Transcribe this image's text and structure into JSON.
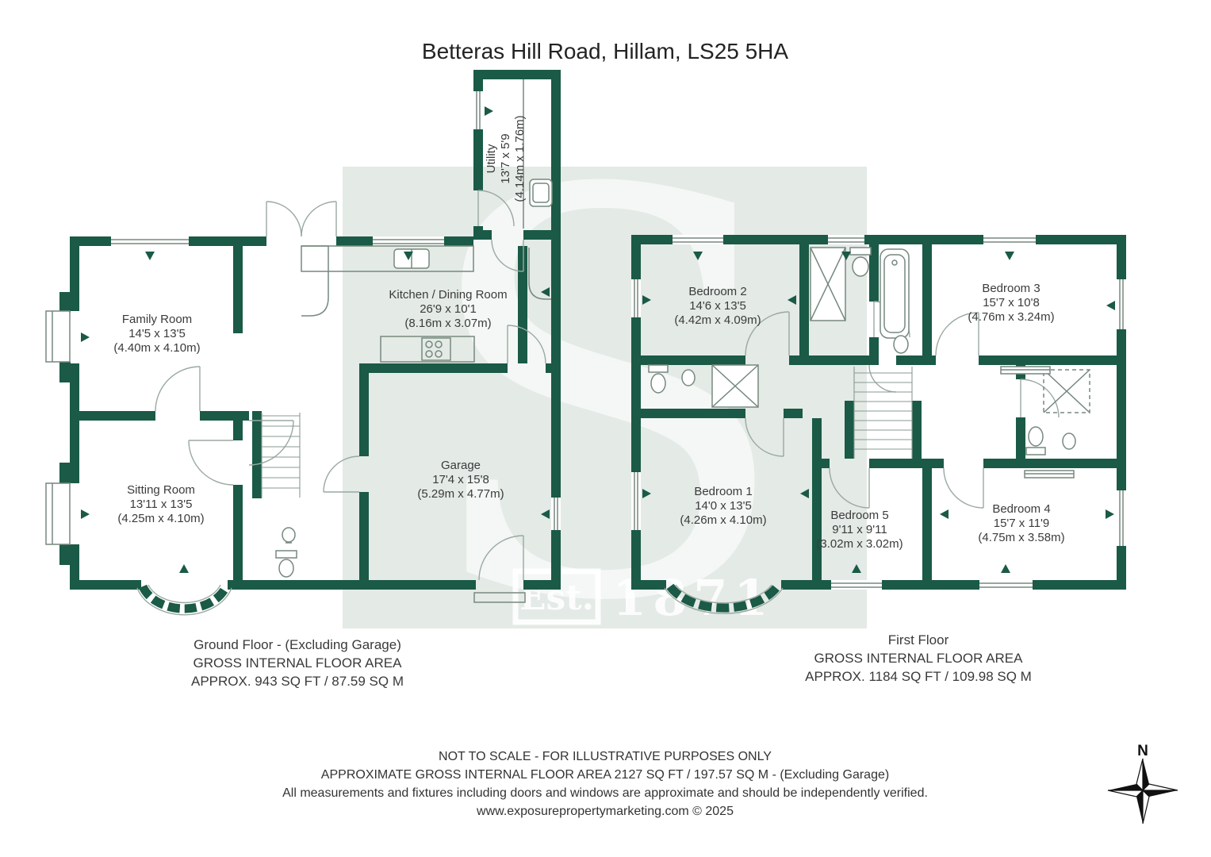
{
  "title": "Betteras Hill Road, Hillam, LS25 5HA",
  "watermark": {
    "letter": "S",
    "est": "Est.",
    "year": "1871"
  },
  "ground_floor": {
    "rooms": {
      "family": {
        "name": "Family Room",
        "imperial": "14'5 x 13'5",
        "metric": "(4.40m x 4.10m)"
      },
      "sitting": {
        "name": "Sitting Room",
        "imperial": "13'11 x 13'5",
        "metric": "(4.25m x 4.10m)"
      },
      "kitchen": {
        "name": "Kitchen / Dining Room",
        "imperial": "26'9 x 10'1",
        "metric": "(8.16m x 3.07m)"
      },
      "utility": {
        "name": "Utility",
        "imperial": "13'7 x 5'9",
        "metric": "(4.14m x 1.76m)"
      },
      "garage": {
        "name": "Garage",
        "imperial": "17'4 x 15'8",
        "metric": "(5.29m x 4.77m)"
      }
    },
    "caption": [
      "Ground Floor - (Excluding Garage)",
      "GROSS INTERNAL FLOOR AREA",
      "APPROX. 943 SQ FT / 87.59 SQ M"
    ]
  },
  "first_floor": {
    "rooms": {
      "bedroom1": {
        "name": "Bedroom 1",
        "imperial": "14'0 x 13'5",
        "metric": "(4.26m x 4.10m)"
      },
      "bedroom2": {
        "name": "Bedroom 2",
        "imperial": "14'6 x 13'5",
        "metric": "(4.42m x 4.09m)"
      },
      "bedroom3": {
        "name": "Bedroom 3",
        "imperial": "15'7 x 10'8",
        "metric": "(4.76m x 3.24m)"
      },
      "bedroom4": {
        "name": "Bedroom 4",
        "imperial": "15'7 x 11'9",
        "metric": "(4.75m x 3.58m)"
      },
      "bedroom5": {
        "name": "Bedroom 5",
        "imperial": "9'11 x 9'11",
        "metric": "(3.02m x 3.02m)"
      }
    },
    "caption": [
      "First Floor",
      "GROSS INTERNAL FLOOR AREA",
      "APPROX. 1184 SQ FT / 109.98 SQ M"
    ]
  },
  "footer": [
    "NOT TO SCALE - FOR ILLUSTRATIVE PURPOSES ONLY",
    "APPROXIMATE GROSS INTERNAL FLOOR AREA 2127 SQ FT / 197.57 SQ M - (Excluding Garage)",
    "All measurements and fixtures including doors and windows are approximate and should be independently verified.",
    "www.exposurepropertymarketing.com © 2025"
  ],
  "compass": {
    "north": "N"
  },
  "colors": {
    "wall": "#1A5A46",
    "watermark_bg": "#E4EAE6",
    "line": "#76897E",
    "text": "#3B3B3B"
  }
}
